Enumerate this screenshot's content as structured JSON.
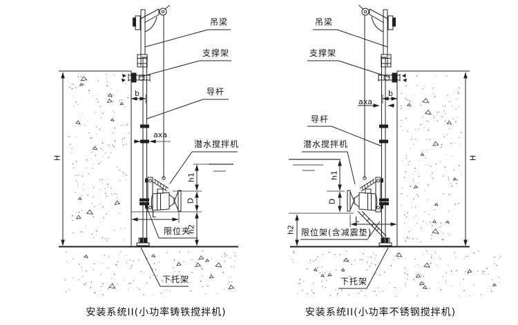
{
  "colors": {
    "line": "#1f1f1f",
    "water": "#6b6b6b",
    "texture": "#3c3c3c"
  },
  "left": {
    "caption": "安装系统II(小功率铸铁搅拌机)",
    "labels": {
      "hoist_beam": "吊梁",
      "support_frame": "支撑架",
      "guide_rod": "导杆",
      "submersible_mixer": "潜水搅拌机",
      "limit_clamp": "限位夹",
      "bottom_bracket": "下托架"
    },
    "dims": {
      "H": "H",
      "b": "b",
      "axa": "axa",
      "h1": "h1",
      "D": "D",
      "h2": "h2",
      "L": "L"
    }
  },
  "right": {
    "caption": "安装系统II(小功率不锈钢搅拌机)",
    "labels": {
      "hoist_beam": "吊梁",
      "support_frame": "支撑架",
      "guide_rod": "导杆",
      "submersible_mixer": "潜水搅拌机",
      "limit_frame": "限位架(含减震垫)",
      "bottom_bracket": "下托架"
    },
    "dims": {
      "H": "H",
      "b": "b",
      "axa": "axa",
      "h1": "h1",
      "D": "D",
      "h2": "h2",
      "L": "L"
    }
  }
}
